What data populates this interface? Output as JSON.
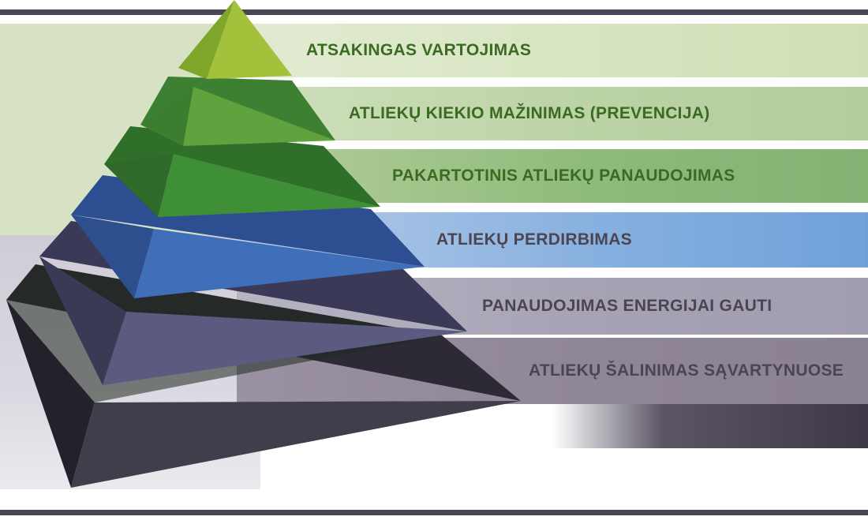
{
  "title": "",
  "levels": [
    {
      "label": "ATSAKINGAS VARTOJIMAS",
      "color": "#a3c13a"
    },
    {
      "label": "ATLIEKŲ KIEKIO MAŽINIMAS (PREVENCIJA)",
      "color": "#5fa23e"
    },
    {
      "label": "PAKARTOTINIS ATLIEKŲ PANAUDOJIMAS",
      "color": "#3e8f36"
    },
    {
      "label": "ATLIEKŲ PERDIRBIMAS",
      "color": "#3f6fb8"
    },
    {
      "label": "PANAUDOJIMAS ENERGIJAI GAUTI",
      "color": "#5c5a80"
    },
    {
      "label": "ATLIEKŲ ŠALINIMAS SĄVARTYNUOSE",
      "color": "#45404d"
    }
  ],
  "text_colors": {
    "green": "#3b6b22",
    "dark": "#4b4552"
  }
}
